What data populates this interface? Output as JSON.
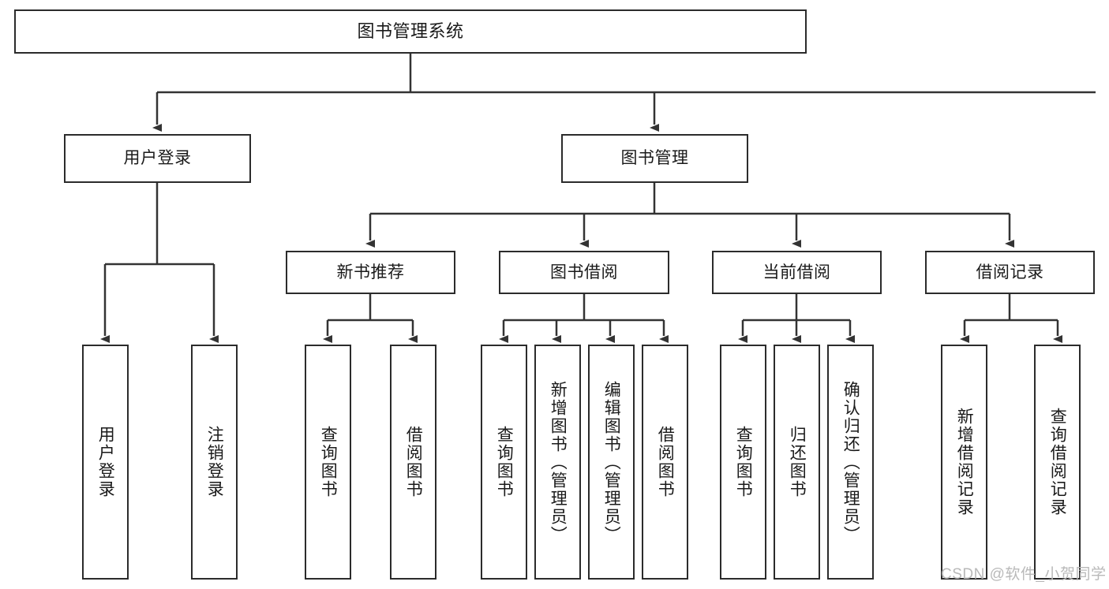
{
  "diagram": {
    "title": "图书管理系统",
    "watermark": "CSDN @软件_小贺同学",
    "colors": {
      "box_border": "#2b2b2b",
      "connector": "#333333",
      "background": "#ffffff",
      "text": "#1a1a1a",
      "watermark": "#b9b9b9"
    },
    "nodes": {
      "root": {
        "label": "图书管理系统"
      },
      "level2": [
        {
          "label": "用户登录"
        },
        {
          "label": "图书管理"
        }
      ],
      "level3": [
        {
          "label": "新书推荐"
        },
        {
          "label": "图书借阅"
        },
        {
          "label": "当前借阅"
        },
        {
          "label": "借阅记录"
        }
      ],
      "leaves": {
        "user_login": [
          {
            "label": "用户登录"
          },
          {
            "label": "注销登录"
          }
        ],
        "new_book_recommend": [
          {
            "label": "查询图书"
          },
          {
            "label": "借阅图书"
          }
        ],
        "book_borrow": [
          {
            "label": "查询图书"
          },
          {
            "label": "新增图书（管理员）"
          },
          {
            "label": "编辑图书（管理员）"
          },
          {
            "label": "借阅图书"
          }
        ],
        "current_borrow": [
          {
            "label": "查询图书"
          },
          {
            "label": "归还图书"
          },
          {
            "label": "确认归还（管理员）"
          }
        ],
        "borrow_record": [
          {
            "label": "新增借阅记录"
          },
          {
            "label": "查询借阅记录"
          }
        ]
      }
    }
  }
}
